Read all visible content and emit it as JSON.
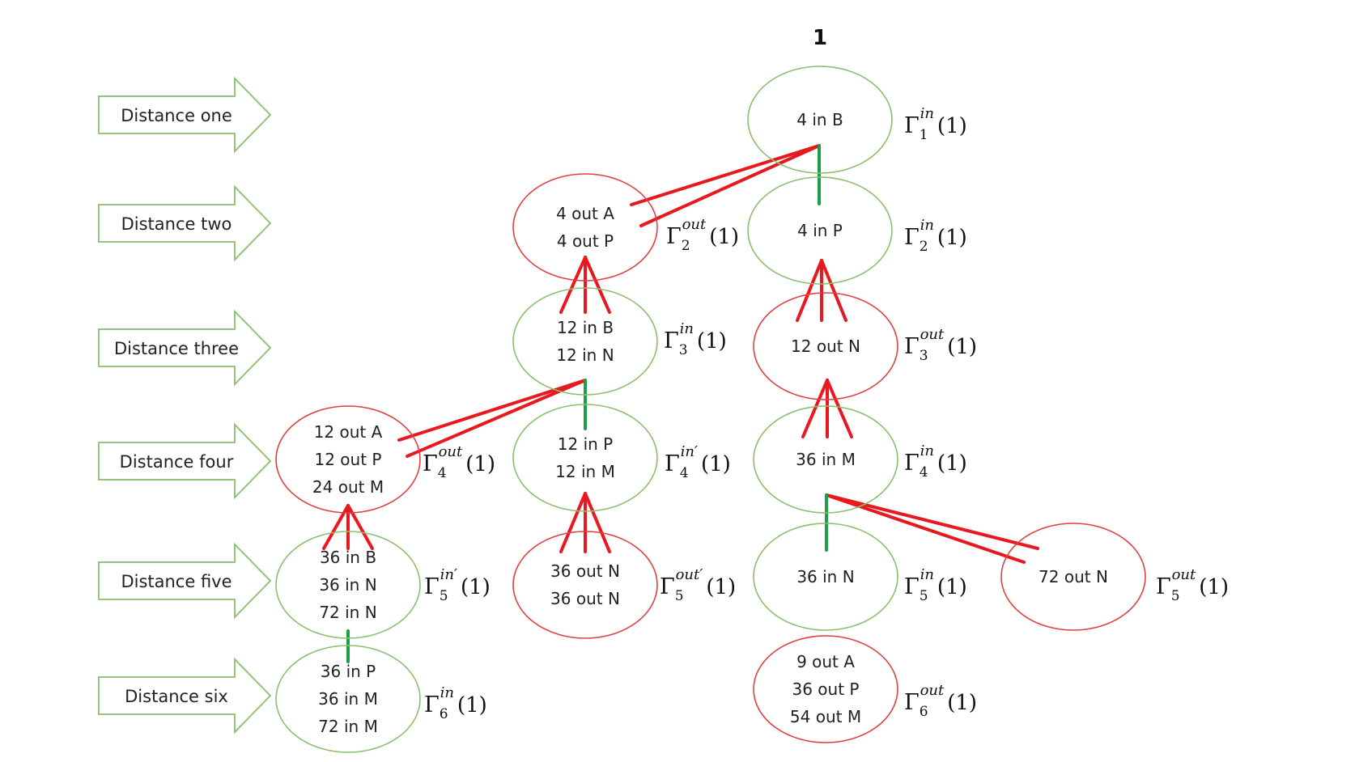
{
  "root_label": "1",
  "colors": {
    "in_node": "#8bbf6e",
    "out_node": "#e04040",
    "red_edge": "#e8191e",
    "green_edge": "#1aa04a",
    "arrow": "#93c47d"
  },
  "arrows": [
    {
      "id": "d1",
      "label": "Distance one"
    },
    {
      "id": "d2",
      "label": "Distance two"
    },
    {
      "id": "d3",
      "label": "Distance three"
    },
    {
      "id": "d4",
      "label": "Distance four"
    },
    {
      "id": "d5",
      "label": "Distance five"
    },
    {
      "id": "d6",
      "label": "Distance six"
    }
  ],
  "nodes": [
    {
      "id": "n_in1",
      "kind": "in",
      "lines": [
        "4 in B"
      ]
    },
    {
      "id": "n_in2",
      "kind": "in",
      "lines": [
        "4 in P"
      ]
    },
    {
      "id": "n_out2",
      "kind": "out",
      "lines": [
        "4 out A",
        "4 out P"
      ]
    },
    {
      "id": "n_in3",
      "kind": "in",
      "lines": [
        "12 in B",
        "12 in N"
      ]
    },
    {
      "id": "n_out3",
      "kind": "out",
      "lines": [
        "12 out N"
      ]
    },
    {
      "id": "n_out4",
      "kind": "out",
      "lines": [
        "12 out A",
        "12 out P",
        "24 out M"
      ]
    },
    {
      "id": "n_in4p",
      "kind": "in",
      "lines": [
        "12 in P",
        "12 in M"
      ]
    },
    {
      "id": "n_in4",
      "kind": "in",
      "lines": [
        "36 in M"
      ]
    },
    {
      "id": "n_in5p",
      "kind": "in",
      "lines": [
        "36 in B",
        "36 in N",
        "72 in N"
      ]
    },
    {
      "id": "n_out5p",
      "kind": "out",
      "lines": [
        "36 out N",
        "36 out N"
      ]
    },
    {
      "id": "n_in5",
      "kind": "in",
      "lines": [
        "36 in N"
      ]
    },
    {
      "id": "n_out5",
      "kind": "out",
      "lines": [
        "72 out N"
      ]
    },
    {
      "id": "n_in6",
      "kind": "in",
      "lines": [
        "36 in P",
        "36 in M",
        "72 in M"
      ]
    },
    {
      "id": "n_out6",
      "kind": "out",
      "lines": [
        "9 out A",
        "36 out P",
        "54 out M"
      ]
    }
  ],
  "gammas": [
    {
      "id": "g_in1",
      "sub": "1",
      "sup": "in",
      "arg": "(1)"
    },
    {
      "id": "g_in2",
      "sub": "2",
      "sup": "in",
      "arg": "(1)"
    },
    {
      "id": "g_out2",
      "sub": "2",
      "sup": "out",
      "arg": "(1)"
    },
    {
      "id": "g_in3",
      "sub": "3",
      "sup": "in",
      "arg": "(1)"
    },
    {
      "id": "g_out3",
      "sub": "3",
      "sup": "out",
      "arg": "(1)"
    },
    {
      "id": "g_out4",
      "sub": "4",
      "sup": "out",
      "arg": "(1)"
    },
    {
      "id": "g_in4p",
      "sub": "4",
      "sup": "in′",
      "arg": "(1)"
    },
    {
      "id": "g_in4",
      "sub": "4",
      "sup": "in",
      "arg": "(1)"
    },
    {
      "id": "g_in5p",
      "sub": "5",
      "sup": "in′",
      "arg": "(1)"
    },
    {
      "id": "g_out5p",
      "sub": "5",
      "sup": "out′",
      "arg": "(1)"
    },
    {
      "id": "g_in5",
      "sub": "5",
      "sup": "in",
      "arg": "(1)"
    },
    {
      "id": "g_out5",
      "sub": "5",
      "sup": "out",
      "arg": "(1)"
    },
    {
      "id": "g_in6",
      "sub": "6",
      "sup": "in",
      "arg": "(1)"
    },
    {
      "id": "g_out6",
      "sub": "6",
      "sup": "out",
      "arg": "(1)"
    }
  ]
}
